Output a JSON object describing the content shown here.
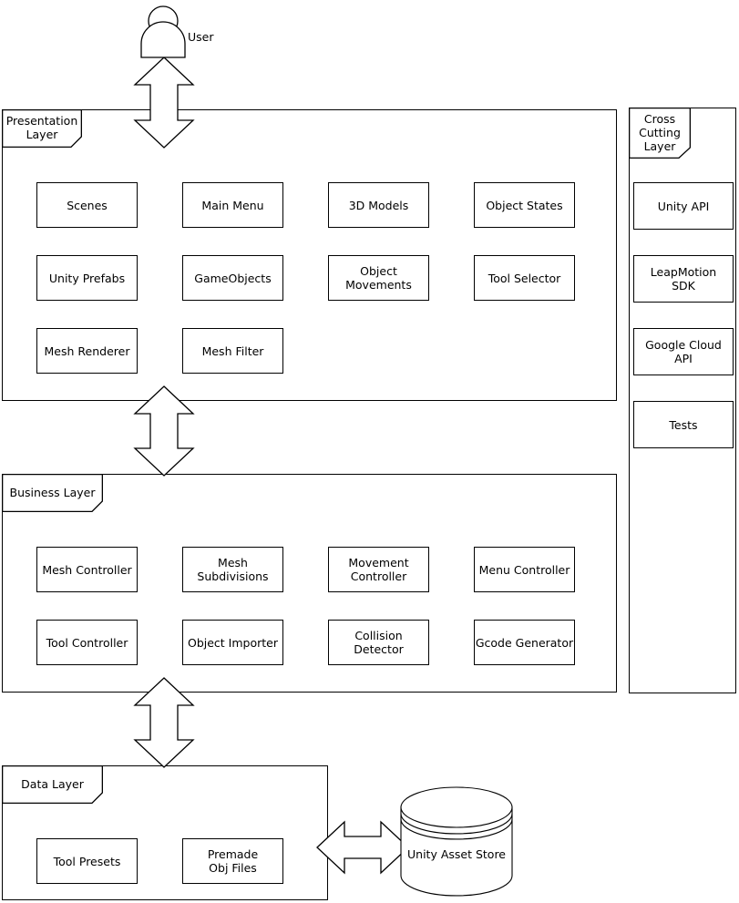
{
  "diagram": {
    "actor": {
      "label": "User",
      "icon": "user-actor-icon"
    },
    "layers": [
      {
        "id": "presentation",
        "tab_label": "Presentation\nLayer",
        "components": [
          "Scenes",
          "Main Menu",
          "3D Models",
          "Object States",
          "Unity Prefabs",
          "GameObjects",
          "Object Movements",
          "Tool Selector",
          "Mesh Renderer",
          "Mesh Filter"
        ]
      },
      {
        "id": "business",
        "tab_label": "Business Layer",
        "components": [
          "Mesh Controller",
          "Mesh Subdivisions",
          "Movement\nController",
          "Menu Controller",
          "Tool Controller",
          "Object Importer",
          "Collision Detector",
          "Gcode Generator"
        ]
      },
      {
        "id": "data",
        "tab_label": "Data Layer",
        "components": [
          "Tool Presets",
          "Premade\nObj Files"
        ]
      },
      {
        "id": "cross-cutting",
        "tab_label": "Cross\nCutting\nLayer",
        "components": [
          "Unity API",
          "LeapMotion\nSDK",
          "Google Cloud\nAPI",
          "Tests"
        ]
      }
    ],
    "external_store": {
      "label": "Unity Asset Store",
      "icon": "database-cylinder-icon"
    },
    "connectors": [
      {
        "name": "user-to-presentation",
        "type": "bidirectional-vertical"
      },
      {
        "name": "presentation-to-business",
        "type": "bidirectional-vertical"
      },
      {
        "name": "business-to-data",
        "type": "bidirectional-vertical"
      },
      {
        "name": "data-to-asset-store",
        "type": "bidirectional-horizontal"
      }
    ],
    "style": {
      "stroke": "#000000",
      "fill": "#ffffff",
      "background": "#ffffff"
    }
  }
}
